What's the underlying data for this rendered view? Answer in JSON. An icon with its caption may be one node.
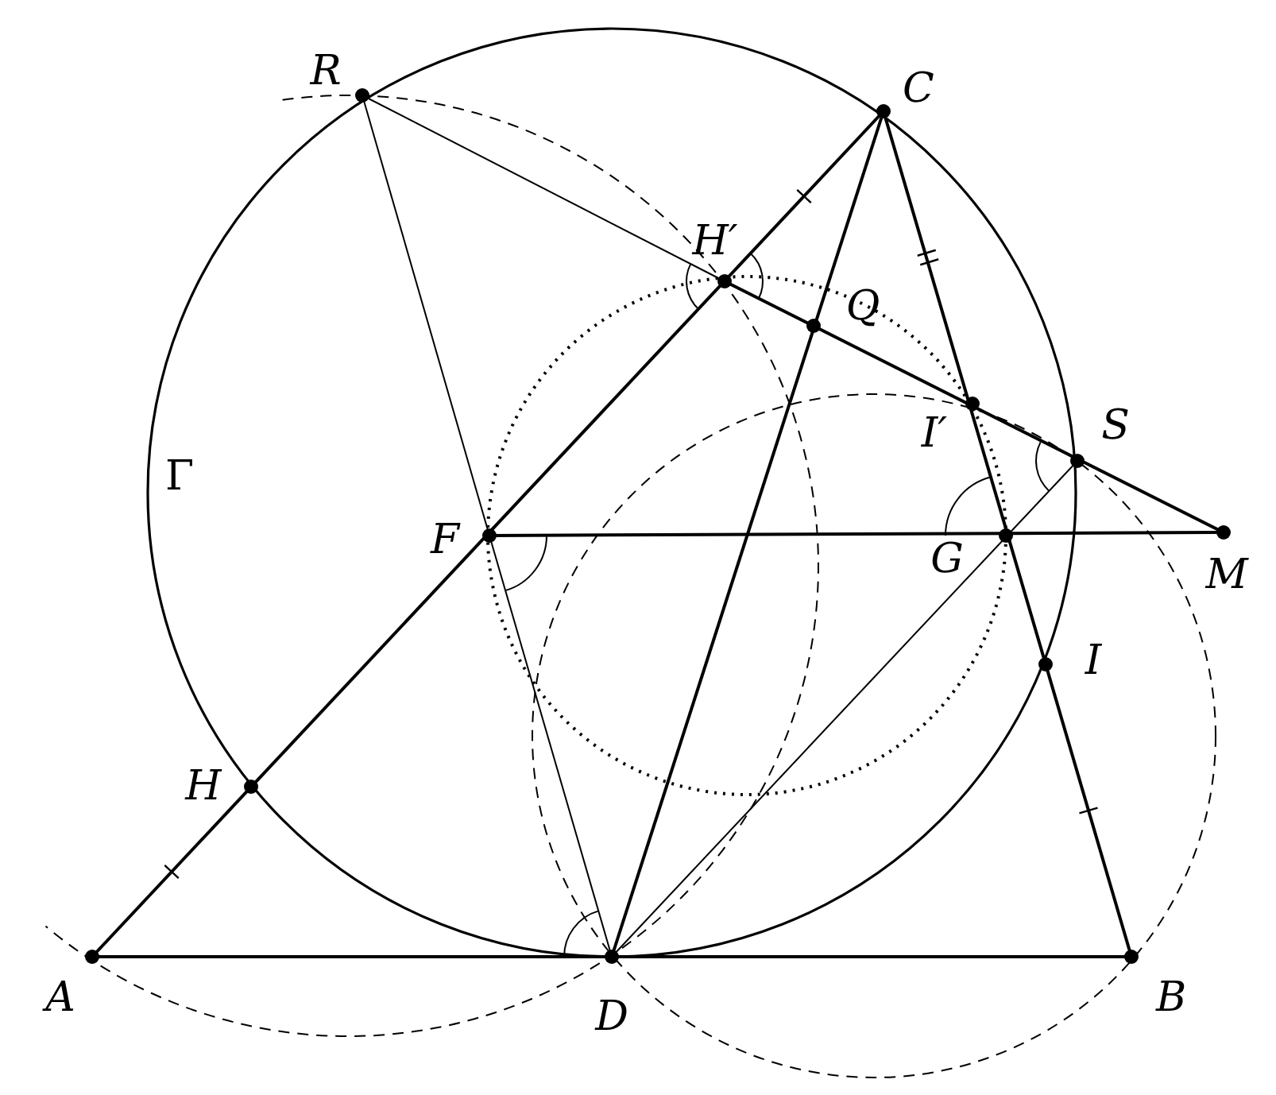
{
  "diagram": {
    "labels": [
      "R",
      "C",
      "H′",
      "Q",
      "Γ",
      "I′",
      "S",
      "F",
      "G",
      "M",
      "I",
      "H",
      "A",
      "D",
      "B"
    ]
  }
}
